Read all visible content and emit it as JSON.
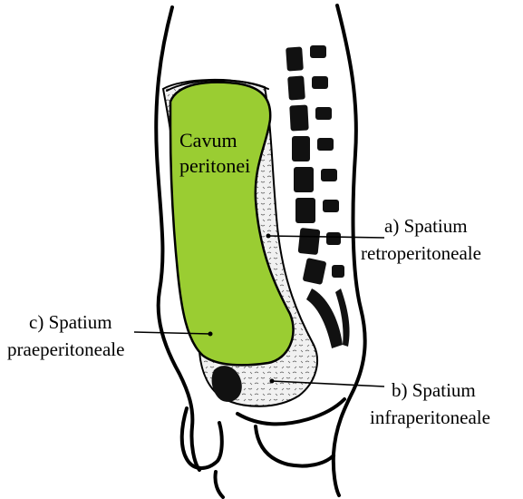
{
  "colors": {
    "cavity_fill": "#9acd32",
    "background": "#ffffff",
    "ink": "#000000",
    "connective_fill": "#f1f1f1"
  },
  "labels": {
    "cavum": [
      "Cavum",
      "peritonei"
    ],
    "a": [
      "a) Spatium",
      "retroperitoneale"
    ],
    "b": [
      "b) Spatium",
      "infraperitoneale"
    ],
    "c": [
      "c) Spatium",
      "praeperitoneale"
    ]
  }
}
